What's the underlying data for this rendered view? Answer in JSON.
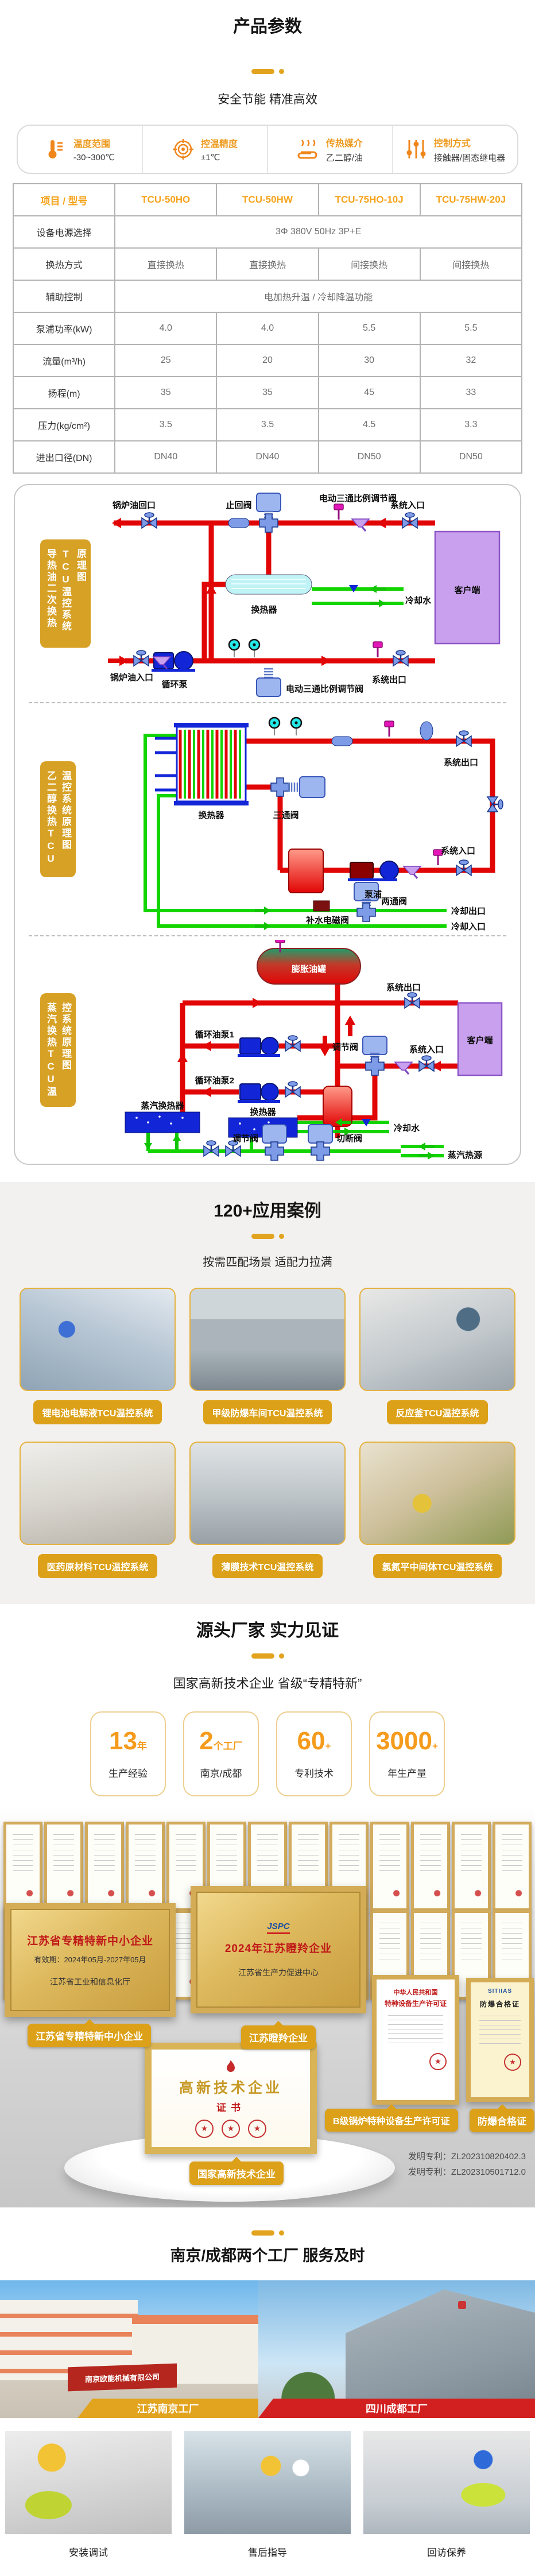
{
  "params": {
    "title": "产品参数",
    "subtitle": "安全节能 精准高效",
    "features": [
      {
        "label": "温度范围",
        "value": "-30~300℃"
      },
      {
        "label": "控温精度",
        "value": "±1℃"
      },
      {
        "label": "传热媒介",
        "value": "乙二醇/油"
      },
      {
        "label": "控制方式",
        "value": "接触器/固态继电器"
      }
    ],
    "table": {
      "header": [
        "项目 / 型号",
        "TCU-50HO",
        "TCU-50HW",
        "TCU-75HO-10J",
        "TCU-75HW-20J"
      ],
      "rows": [
        {
          "label": "设备电源选择",
          "merged": "3Φ 380V 50Hz 3P+E"
        },
        {
          "label": "换热方式",
          "cells": [
            "直接换热",
            "直接换热",
            "间接换热",
            "间接换热"
          ]
        },
        {
          "label": "辅助控制",
          "merged": "电加热升温 / 冷却降温功能"
        },
        {
          "label": "泵浦功率(kW)",
          "cells": [
            "4.0",
            "4.0",
            "5.5",
            "5.5"
          ]
        },
        {
          "label": "流量(m³/h)",
          "cells": [
            "25",
            "20",
            "30",
            "32"
          ]
        },
        {
          "label": "扬程(m)",
          "cells": [
            "35",
            "35",
            "45",
            "33"
          ]
        },
        {
          "label": "压力(kg/cm²)",
          "cells": [
            "3.5",
            "3.5",
            "4.5",
            "3.3"
          ]
        },
        {
          "label": "进出口径(DN)",
          "cells": [
            "DN40",
            "DN40",
            "DN50",
            "DN50"
          ]
        }
      ]
    },
    "diagram1": {
      "side_label": "导热油二次换热TCU温控系统原理图",
      "boiler_return": "锅炉油回口",
      "check_valve": "止回阀",
      "motor_valve_top": "电动三通比例调节阀",
      "system_inlet": "系统入口",
      "cooling_water": "冷却水",
      "client": "客户端",
      "exchanger": "换热器",
      "system_outlet": "系统出口",
      "boiler_inlet": "锅炉油入口",
      "motor_valve_bottom": "电动三通比例调节阀",
      "pump": "循环泵"
    },
    "diagram2": {
      "side_label": "乙二醇换热TCU温控系统原理图",
      "exchanger": "换热器",
      "three_way": "三通阀",
      "pump": "泵浦",
      "system_outlet": "系统出口",
      "system_inlet": "系统入口",
      "two_way": "两通阀",
      "solenoid": "补水电磁阀",
      "cooling_outlet": "冷却出口",
      "cooling_inlet": "冷却入口"
    },
    "diagram3": {
      "side_label": "蒸汽换热TCU温控系统原理图",
      "expansion_tank": "膨胀油罐",
      "pump1": "循环油泵1",
      "pump2": "循环油泵2",
      "system_outlet": "系统出口",
      "client": "客户端",
      "regulating_valve_top": "调节阀",
      "system_inlet": "系统入口",
      "steam_exchanger": "蒸汽换热器",
      "exchanger": "换热器",
      "cooling_water": "冷却水",
      "regulating_valve": "调节阀",
      "cutoff_valve": "切断阀",
      "steam_source": "蒸汽热源"
    }
  },
  "cases": {
    "title": "120+应用案例",
    "subtitle": "按需匹配场景 适配力拉满",
    "items": [
      "锂电池电解液TCU温控系统",
      "甲级防爆车间TCU温控系统",
      "反应釜TCU温控系统",
      "医药原材料TCU温控系统",
      "薄膜技术TCU温控系统",
      "氯氮平中间体TCU温控系统"
    ]
  },
  "strength": {
    "title": "源头厂家 实力见证",
    "subtitle": "国家高新技术企业  省级“专精特新”",
    "stats": [
      {
        "number": "13",
        "suffix": "年",
        "label": "生产经验"
      },
      {
        "number": "2",
        "suffix": "个工厂",
        "label": "南京/成都"
      },
      {
        "number": "60",
        "suffix": "+",
        "label": "专利技术"
      },
      {
        "number": "3000",
        "suffix": "+",
        "label": "年生产量"
      }
    ],
    "plaque1": {
      "title": "江苏省专精特新中小企业",
      "validity": "有效期：2024年05月-2027年05月",
      "issuer": "江苏省工业和信息化厅",
      "badge": "江苏省专精特新中小企业"
    },
    "plaque2": {
      "logo": "JSPC",
      "title": "2024年江苏瞪羚企业",
      "issuer": "江苏省生产力促进中心",
      "badge": "江苏瞪羚企业"
    },
    "cert_hitech": {
      "title": "高新技术企业",
      "subtitle": "证书",
      "badge": "国家高新技术企业"
    },
    "cert_boiler": {
      "line1": "中华人民共和国",
      "line2": "特种设备生产许可证",
      "badge": "B级锅炉特种设备生产许可证"
    },
    "cert_ex": {
      "brand": "SITIIAS",
      "title": "防爆合格证",
      "badge": "防爆合格证"
    },
    "patents": [
      "发明专利：ZL202310820402.3",
      "发明专利：ZL202310501712.0"
    ]
  },
  "factory": {
    "title": "南京/成都两个工厂  服务及时",
    "left": {
      "sign": "南京欧能机械有限公司",
      "ribbon": "江苏南京工厂"
    },
    "right": {
      "ribbon": "四川成都工厂"
    },
    "services": [
      "安装调试",
      "售后指导",
      "回访保养"
    ]
  }
}
